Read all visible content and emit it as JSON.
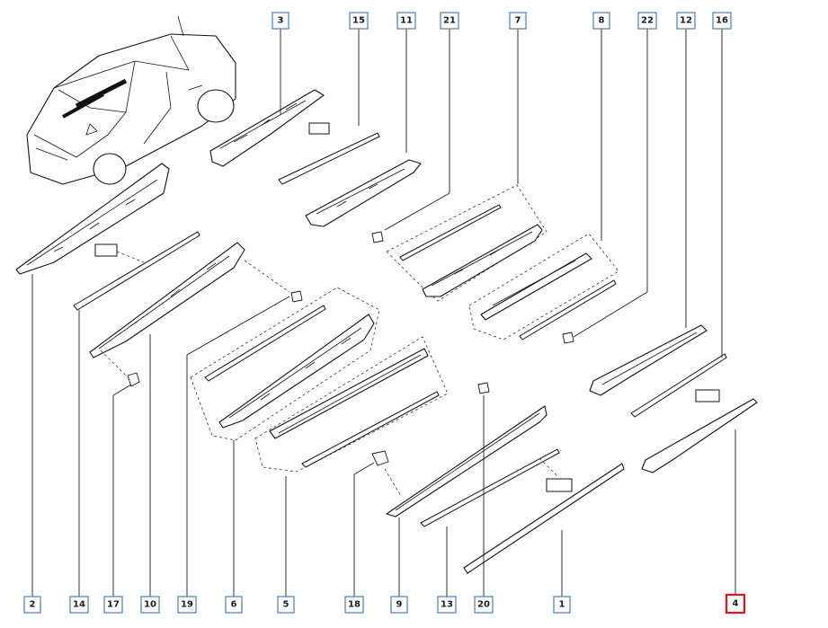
{
  "diagram": {
    "callouts": [
      {
        "id": "c3",
        "label": "3"
      },
      {
        "id": "c15",
        "label": "15"
      },
      {
        "id": "c11",
        "label": "11"
      },
      {
        "id": "c21",
        "label": "21"
      },
      {
        "id": "c7",
        "label": "7"
      },
      {
        "id": "c8",
        "label": "8"
      },
      {
        "id": "c22",
        "label": "22"
      },
      {
        "id": "c12",
        "label": "12"
      },
      {
        "id": "c16",
        "label": "16"
      },
      {
        "id": "c2",
        "label": "2"
      },
      {
        "id": "c14",
        "label": "14"
      },
      {
        "id": "c17",
        "label": "17"
      },
      {
        "id": "c10",
        "label": "10"
      },
      {
        "id": "c19",
        "label": "19"
      },
      {
        "id": "c6",
        "label": "6"
      },
      {
        "id": "c5",
        "label": "5"
      },
      {
        "id": "c18",
        "label": "18"
      },
      {
        "id": "c9",
        "label": "9"
      },
      {
        "id": "c13",
        "label": "13"
      },
      {
        "id": "c20",
        "label": "20"
      },
      {
        "id": "c1",
        "label": "1"
      },
      {
        "id": "c4",
        "label": "4",
        "highlighted": true
      }
    ],
    "highlight_color": "#e0141e",
    "callout_border_color": "#4a7fb5"
  }
}
